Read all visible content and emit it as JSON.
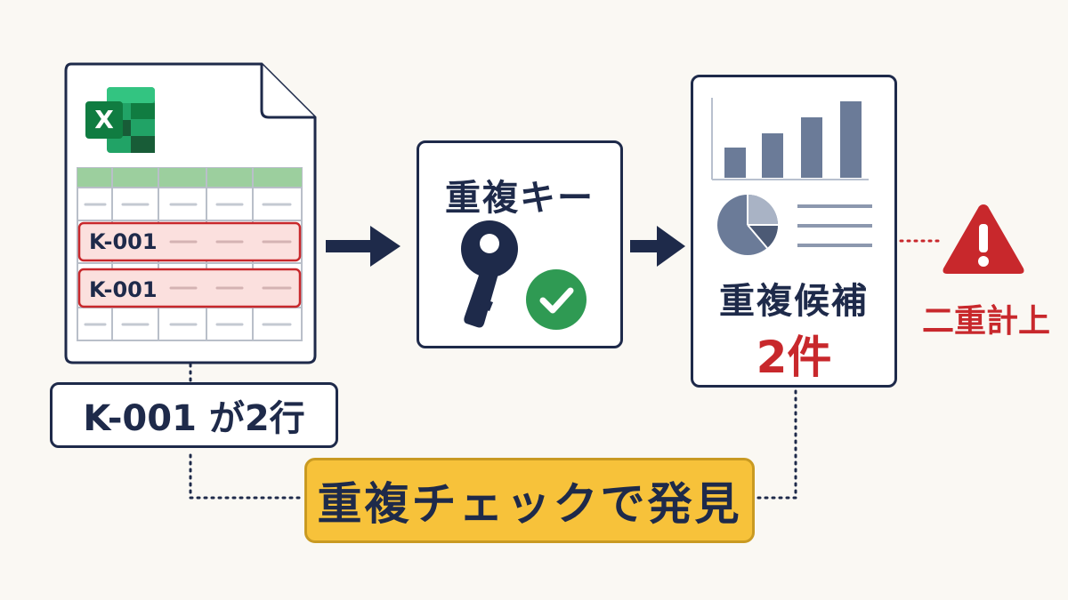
{
  "source_file": {
    "icon": "excel-icon",
    "icon_letter": "X",
    "highlighted_rows": [
      {
        "key": "K-001"
      },
      {
        "key": "K-001"
      }
    ],
    "caption": "K-001 が2行"
  },
  "key_step": {
    "title": "重複キー",
    "icon": "key-icon",
    "status_icon": "check-icon"
  },
  "result": {
    "title": "重複候補",
    "count": "2件",
    "icons": [
      "bar-chart-icon",
      "pie-chart-icon",
      "text-lines-icon"
    ]
  },
  "warning": {
    "icon": "warning-icon",
    "label": "二重計上"
  },
  "banner": {
    "label": "重複チェックで発見"
  },
  "colors": {
    "navy": "#1e2a4a",
    "alert_red": "#c8282c",
    "excel_green": "#1f7a46",
    "header_green": "#9ccf9e",
    "check_green": "#2f9a53",
    "banner_yellow": "#f7c23a",
    "chart_gray": "#6b7b98"
  }
}
